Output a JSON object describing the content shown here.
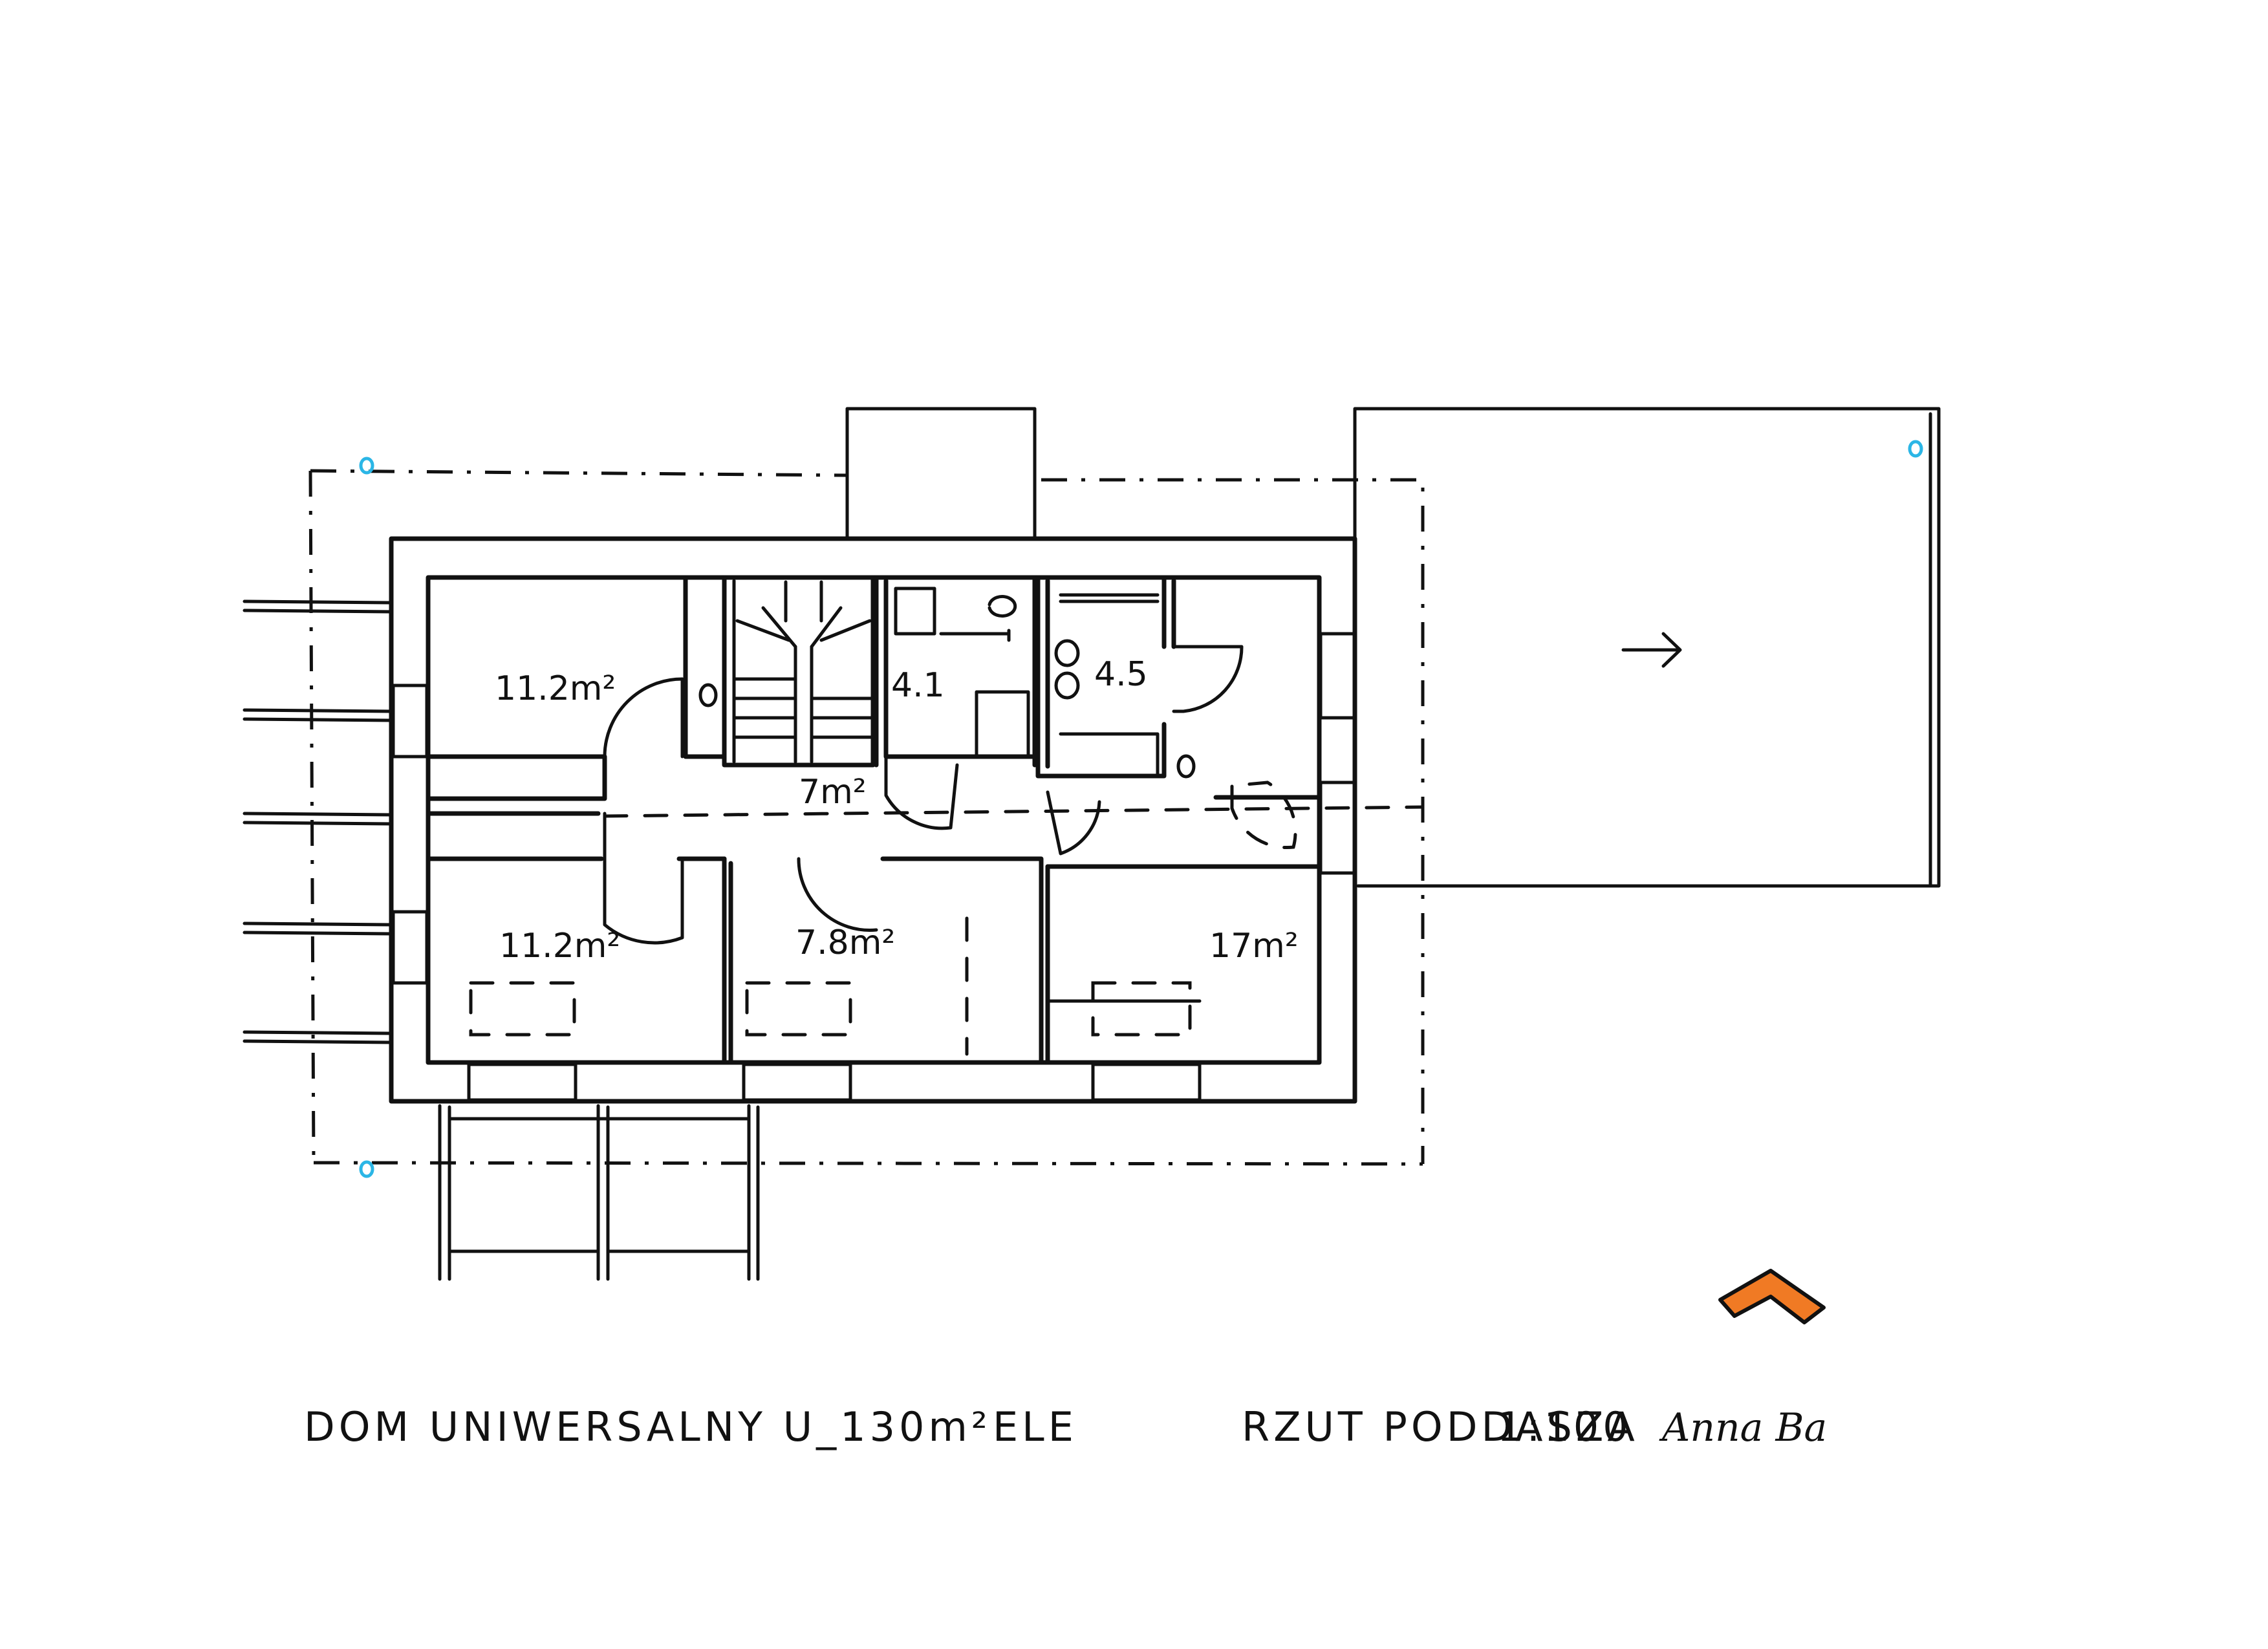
{
  "rooms": [
    {
      "id": "room-nw",
      "area": "11.2m²"
    },
    {
      "id": "bath-1",
      "area": "4.1"
    },
    {
      "id": "bath-2",
      "area": "4.5"
    },
    {
      "id": "hall",
      "area": "7m²"
    },
    {
      "id": "room-sw",
      "area": "11.2m²"
    },
    {
      "id": "room-s",
      "area": "7.8m²"
    },
    {
      "id": "room-se",
      "area": "17m²"
    }
  ],
  "arrow": "→",
  "caption": {
    "title": "DOM UNIWERSALNY U_130m²",
    "ele": "ELE",
    "plan": "RZUT PODDASZA",
    "scale": "1:100",
    "author": "Anna Ba"
  },
  "colors": {
    "ink": "#111111",
    "survey_mark": "#2bb6e6",
    "logo_fill": "#f07a24"
  }
}
